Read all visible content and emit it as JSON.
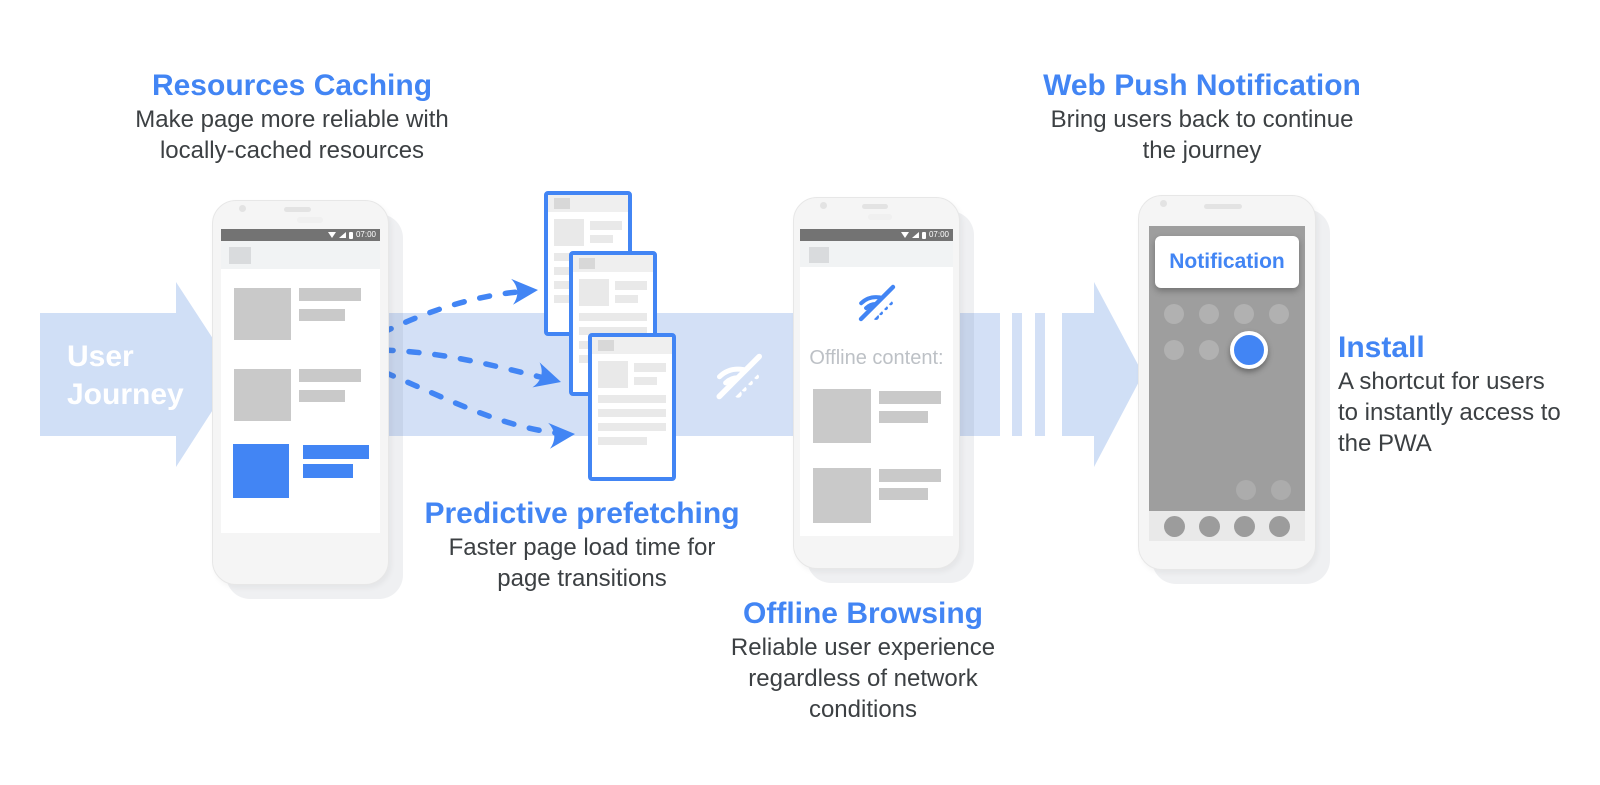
{
  "journey": {
    "lines": [
      "User",
      "Journey"
    ]
  },
  "sections": {
    "resources_caching": {
      "title": "Resources Caching",
      "lines": [
        "Make page more reliable with",
        "locally-cached resources"
      ]
    },
    "predictive_prefetching": {
      "title": "Predictive prefetching",
      "lines": [
        "Faster page load time for",
        "page transitions"
      ]
    },
    "offline_browsing": {
      "title": "Offline Browsing",
      "lines": [
        "Reliable user experience",
        "regardless of network",
        "conditions"
      ]
    },
    "web_push_notification": {
      "title": "Web Push Notification",
      "lines": [
        "Bring users back to continue",
        "the journey"
      ]
    },
    "install": {
      "title": "Install",
      "lines": [
        "A shortcut for users",
        "to instantly access to",
        "the PWA"
      ]
    }
  },
  "phone_caching": {
    "status_time": "07:00"
  },
  "phone_offline": {
    "status_time": "07:00",
    "offline_label": "Offline content:"
  },
  "phone_install": {
    "notification_label": "Notification"
  },
  "icons": {
    "band_offline": "wifi-off-icon",
    "phone_offline": "wifi-off-icon",
    "status_bar": [
      "wifi-icon",
      "signal-icon",
      "battery-icon"
    ],
    "installed_app": "blue-app-dot"
  },
  "colors": {
    "accent_blue": "#4285F4",
    "band_blue": "#D3E0F6",
    "text_dark": "#3C4043",
    "muted_label": "#BDC1C6",
    "status_bar_gray": "#737373",
    "install_screen_gray": "#9E9E9E",
    "placeholder_gray": "#C9C9C9",
    "page_placeholder_gray": "#E9E9E9"
  }
}
